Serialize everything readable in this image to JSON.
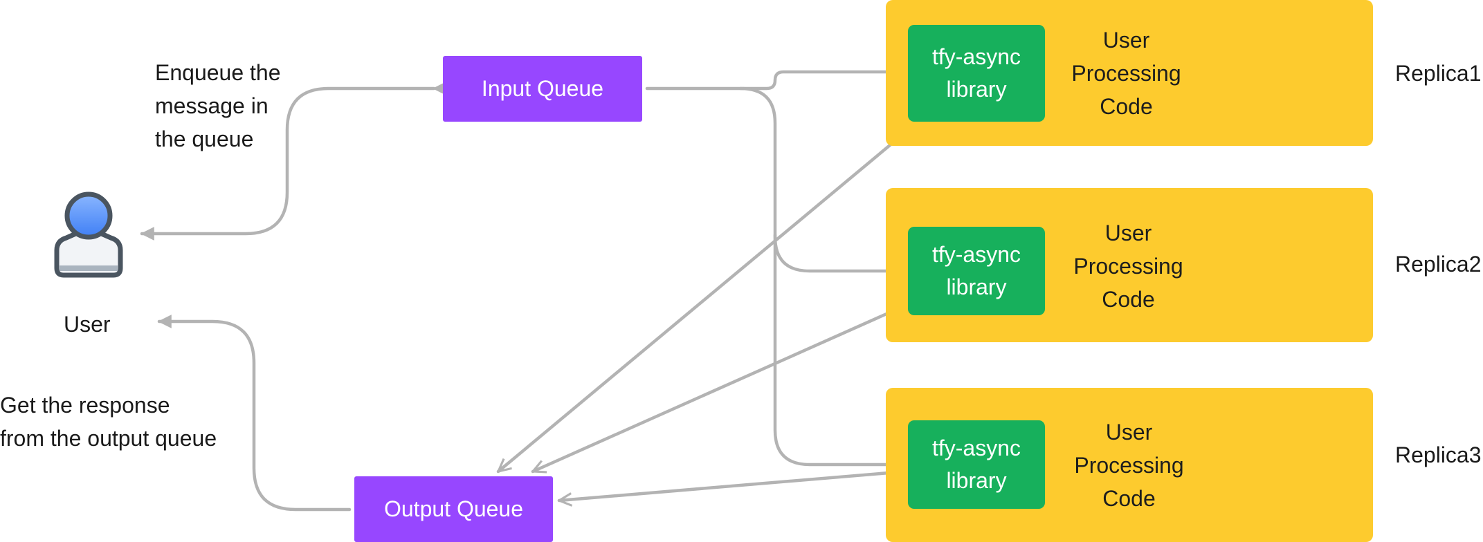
{
  "colors": {
    "queue": "#9747ff",
    "replica": "#fdcb2e",
    "library": "#17b05c",
    "connector": "#b3b3b3",
    "text": "#1a1a1a"
  },
  "user": {
    "icon": "user-icon",
    "label": "User"
  },
  "notes": {
    "enqueue": "Enqueue the\nmessage in\nthe queue",
    "response": "Get the response\nfrom the output queue"
  },
  "queues": {
    "input": "Input Queue",
    "output": "Output Queue"
  },
  "replicas": [
    {
      "name": "Replica1",
      "library": "tfy-async\nlibrary",
      "code": "User\nProcessing\nCode"
    },
    {
      "name": "Replica2",
      "library": "tfy-async\nlibrary",
      "code": "User\nProcessing\nCode"
    },
    {
      "name": "Replica3",
      "library": "tfy-async\nlibrary",
      "code": "User\nProcessing\nCode"
    }
  ]
}
